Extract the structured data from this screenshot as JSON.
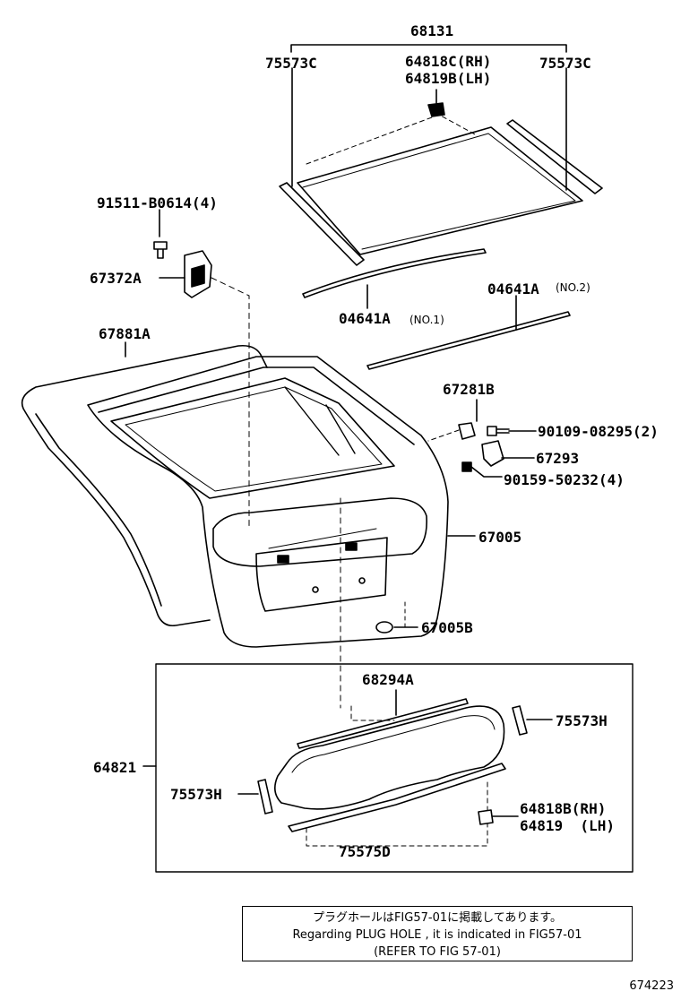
{
  "diagram": {
    "labels": {
      "p68131": "68131",
      "p75573c_left": "75573C",
      "p75573c_right": "75573C",
      "p64818c": "64818C(RH)",
      "p64819b": "64819B(LH)",
      "p91511": "91511-B0614(4)",
      "p67372a": "67372A",
      "p04641a_no1": "04641A",
      "p04641a_no1_suffix": "(NO.1)",
      "p04641a_no2": "04641A",
      "p04641a_no2_suffix": "(NO.2)",
      "p67881a": "67881A",
      "p67281b": "67281B",
      "p90109": "90109-08295(2)",
      "p67293": "67293",
      "p90159": "90159-50232(4)",
      "p67005": "67005",
      "p67005b": "67005B",
      "p68294a": "68294A",
      "p75573h_right": "75573H",
      "p64821": "64821",
      "p75573h_left": "75573H",
      "p64818b": "64818B(RH)",
      "p64819": "64819  (LH)",
      "p75575d": "75575D"
    },
    "note": {
      "line1": "プラグホールはFIG57-01に掲載してあります。",
      "line2": "Regarding PLUG HOLE , it is indicated in FIG57-01",
      "line3": "(REFER TO FIG 57-01)"
    },
    "figure_id": "674223"
  }
}
